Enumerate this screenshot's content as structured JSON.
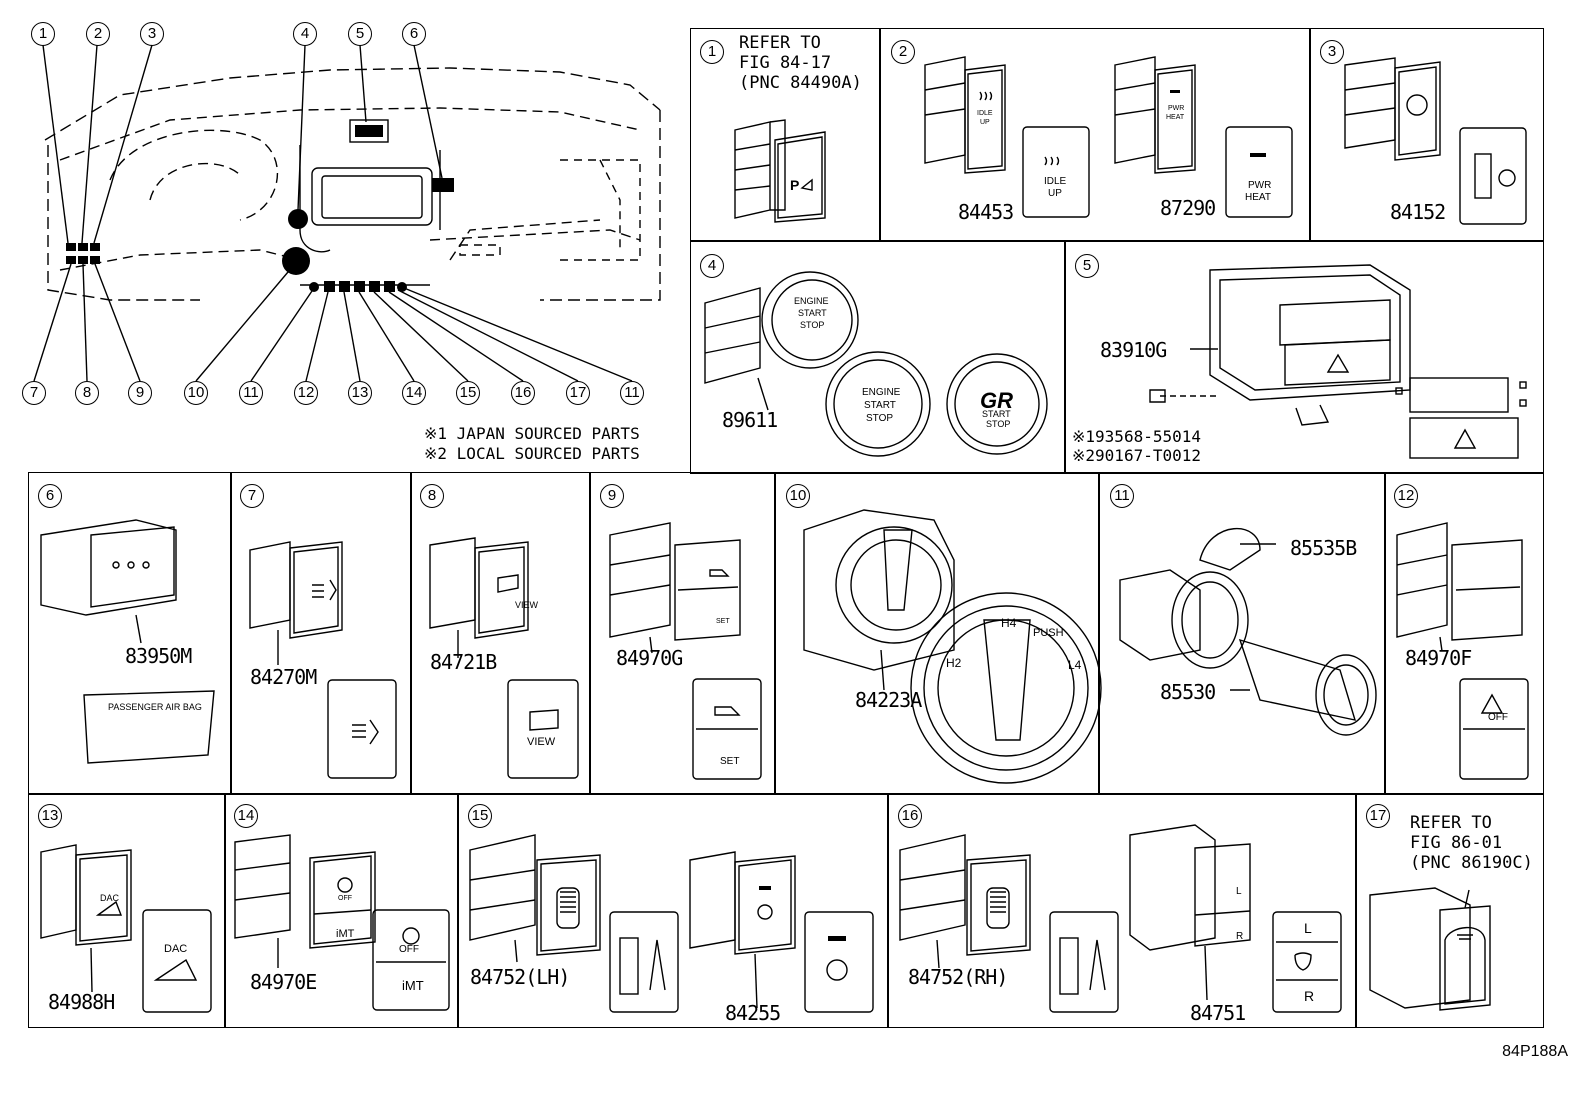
{
  "overview": {
    "callouts_top": [
      "1",
      "2",
      "3",
      "4",
      "5",
      "6"
    ],
    "callouts_bottom": [
      "7",
      "8",
      "9",
      "10",
      "11",
      "12",
      "13",
      "14",
      "15",
      "16",
      "17",
      "11"
    ],
    "notes": [
      "※1 JAPAN SOURCED PARTS",
      "※2 LOCAL SOURCED PARTS"
    ]
  },
  "panels": [
    {
      "num": "1",
      "refer": [
        "REFER TO",
        "FIG 84-17",
        "(PNC 84490A)"
      ]
    },
    {
      "num": "2",
      "parts": [
        "84453",
        "87290"
      ],
      "faces": [
        "IDLE",
        "UP",
        "PWR",
        "HEAT"
      ]
    },
    {
      "num": "3",
      "parts": [
        "84152"
      ]
    },
    {
      "num": "4",
      "parts": [
        "89611"
      ],
      "faces": [
        "ENGINE",
        "START",
        "STOP"
      ]
    },
    {
      "num": "5",
      "parts": [
        "83910G",
        "※193568-55014",
        "※290167-T0012"
      ]
    },
    {
      "num": "6",
      "parts": [
        "83950M"
      ],
      "faces": [
        "PASSENGER AIR BAG"
      ]
    },
    {
      "num": "7",
      "parts": [
        "84270M"
      ]
    },
    {
      "num": "8",
      "parts": [
        "84721B"
      ],
      "faces": [
        "VIEW"
      ]
    },
    {
      "num": "9",
      "parts": [
        "84970G"
      ],
      "faces": [
        "SET"
      ]
    },
    {
      "num": "10",
      "parts": [
        "84223A"
      ],
      "faces": [
        "H2",
        "H4",
        "PUSH",
        "L4"
      ]
    },
    {
      "num": "11",
      "parts": [
        "85535B",
        "85530"
      ]
    },
    {
      "num": "12",
      "parts": [
        "84970F"
      ],
      "faces": [
        "OFF"
      ]
    },
    {
      "num": "13",
      "parts": [
        "84988H"
      ],
      "faces": [
        "DAC"
      ]
    },
    {
      "num": "14",
      "parts": [
        "84970E"
      ],
      "faces": [
        "OFF",
        "iMT"
      ]
    },
    {
      "num": "15",
      "parts": [
        "84752(LH)",
        "84255"
      ]
    },
    {
      "num": "16",
      "parts": [
        "84752(RH)",
        "84751"
      ],
      "faces": [
        "L",
        "R"
      ]
    },
    {
      "num": "17",
      "refer": [
        "REFER TO",
        "FIG 86-01",
        "(PNC 86190C)"
      ]
    }
  ],
  "figure_code": "84P188A"
}
